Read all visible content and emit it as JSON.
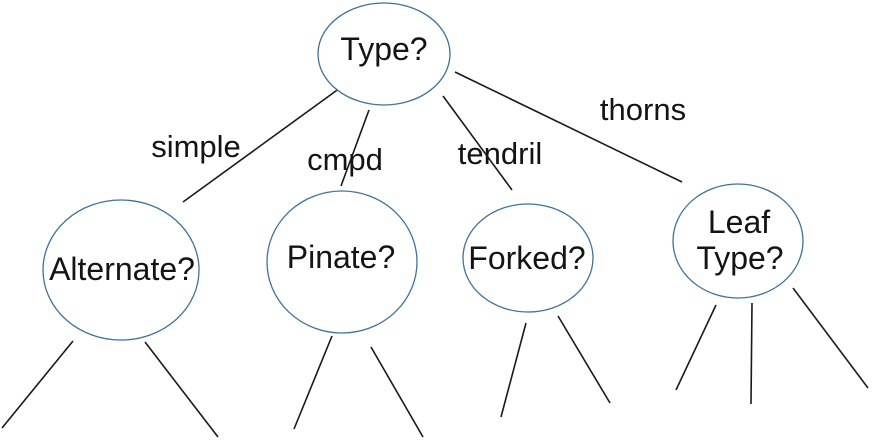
{
  "diagram_type": "decision-tree",
  "colors": {
    "node_stroke": "#41719c",
    "edge_line": "#1a1a1a",
    "text": "#141414",
    "background": "#ffffff"
  },
  "tree": {
    "root": {
      "label": "Type?"
    },
    "branches": [
      {
        "edge_label": "simple",
        "child_label": "Alternate?",
        "child_stub_count": 2
      },
      {
        "edge_label": "cmpd",
        "child_label": "Pinate?",
        "child_stub_count": 2
      },
      {
        "edge_label": "tendril",
        "child_label": "Forked?",
        "child_stub_count": 2
      },
      {
        "edge_label": "thorns",
        "child_label_lines": [
          "Leaf",
          "Type?"
        ],
        "child_stub_count": 3
      }
    ]
  }
}
